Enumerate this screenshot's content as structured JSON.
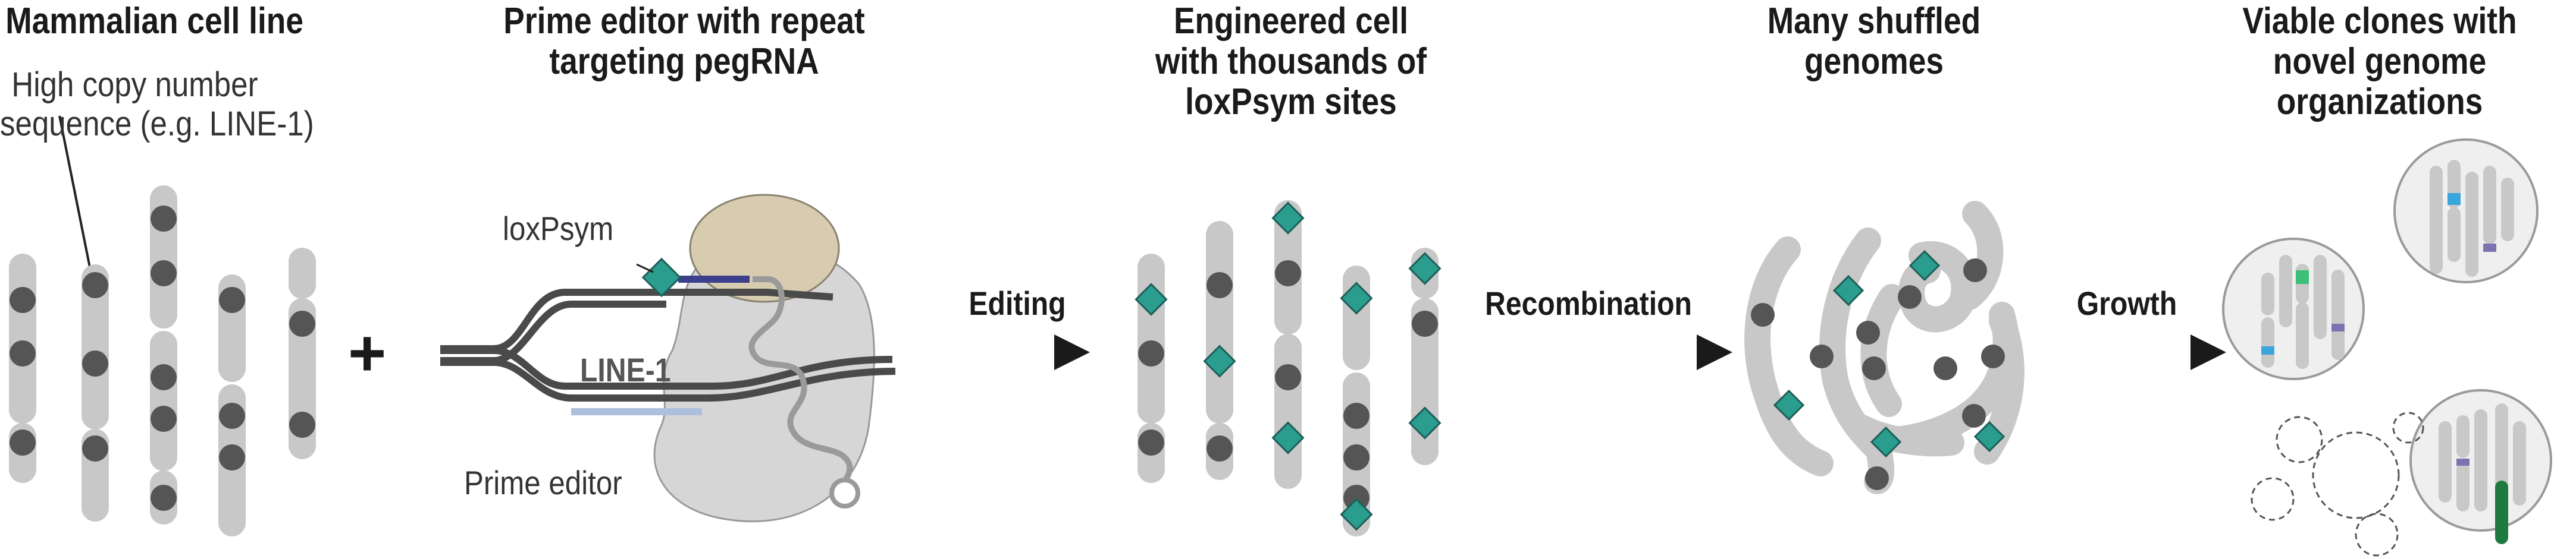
{
  "headers": {
    "panel1": [
      "Mammalian cell line"
    ],
    "panel2": [
      "Prime editor with repeat",
      "targeting pegRNA"
    ],
    "panel3": [
      "Engineered cell",
      "with thousands of",
      "loxPsym sites"
    ],
    "panel4": [
      "Many shuffled",
      "genomes"
    ],
    "panel5": [
      "Viable clones with",
      "novel genome",
      "organizations"
    ]
  },
  "annotation": [
    "High copy number",
    "sequence (e.g. LINE-1)"
  ],
  "plus_sign": "+",
  "editor_labels": {
    "loxpsym": "loxPsym",
    "line1": "LINE-1",
    "prime_editor": "Prime editor"
  },
  "steps": {
    "editing": "Editing",
    "recombination": "Recombination",
    "growth": "Growth"
  },
  "colors": {
    "chromosome": "#c8c8c8",
    "dot": "#555555",
    "loxpsym": "#2a9d8f",
    "cas9_body": "#d6d6d6",
    "rt_domain": "#d8ccb0",
    "strand": "#4a4a4a",
    "nick_blue": "#3b3f8c",
    "light_blue": "#aebfdc",
    "cyan": "#3aa6dd",
    "green": "#3dbf7a",
    "purple": "#7a74b0",
    "dark_green": "#1f7a3f",
    "arrow": "#1a1a1a"
  },
  "icons": {
    "loxpsym_site": "teal-diamond",
    "repeat_site": "gray-dot"
  }
}
